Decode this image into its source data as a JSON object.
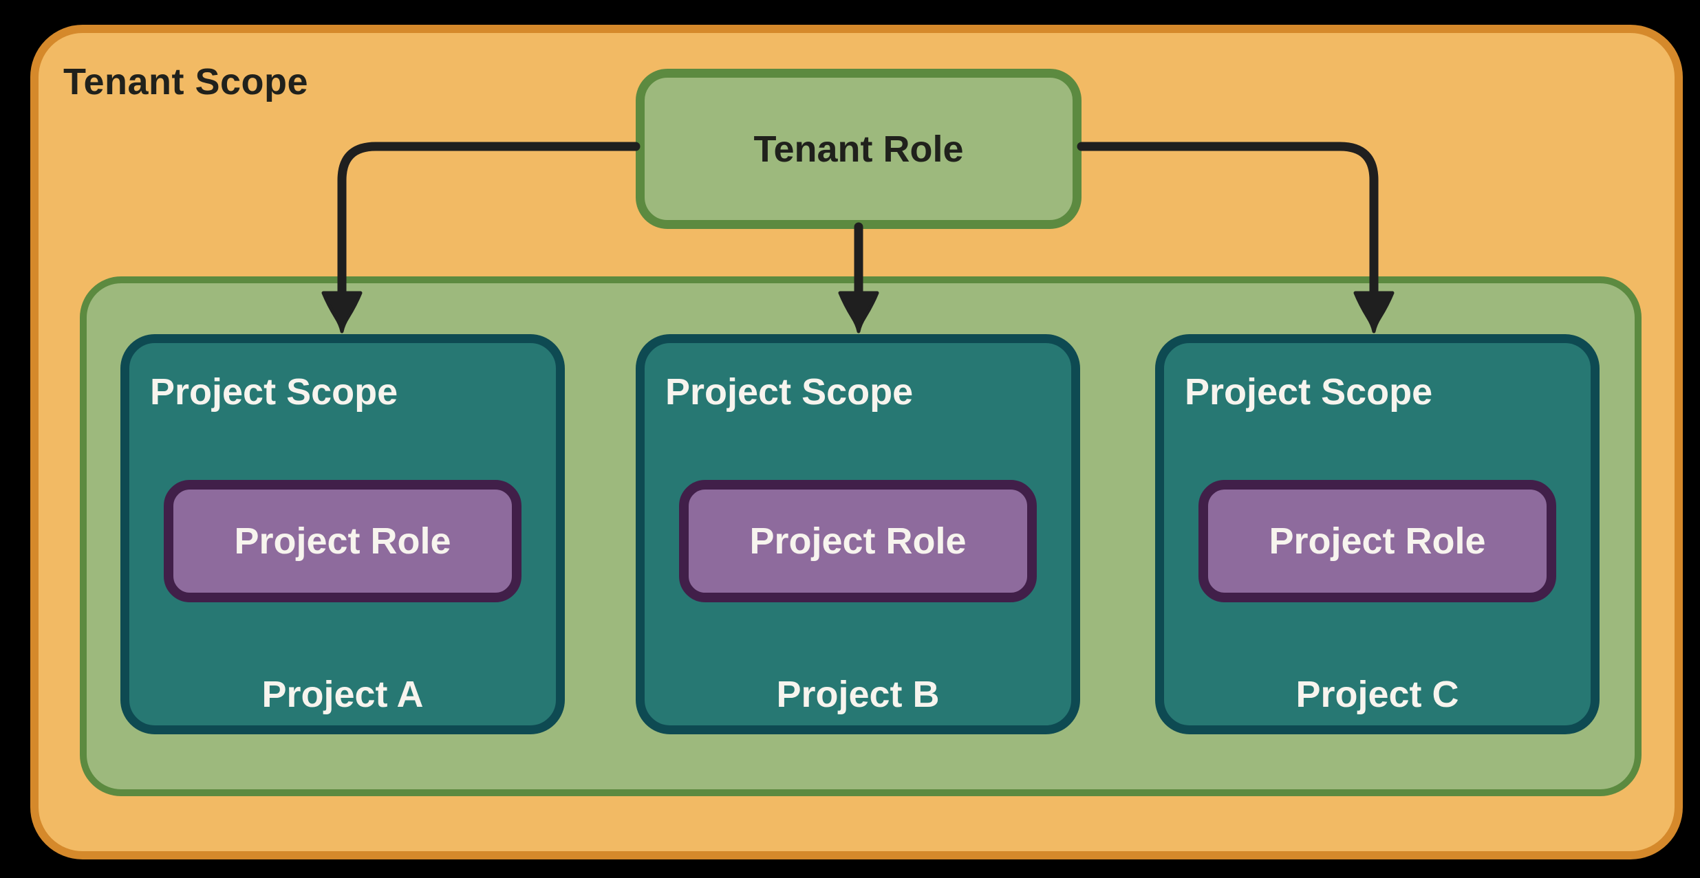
{
  "diagram": {
    "tenant_scope_label": "Tenant Scope",
    "tenant_role_label": "Tenant Role",
    "projects": [
      {
        "scope_label": "Project Scope",
        "role_label": "Project Role",
        "name": "Project A"
      },
      {
        "scope_label": "Project Scope",
        "role_label": "Project Role",
        "name": "Project B"
      },
      {
        "scope_label": "Project Scope",
        "role_label": "Project Role",
        "name": "Project C"
      }
    ],
    "colors": {
      "background": "#000000",
      "tenant_fill": "#F2BA64",
      "tenant_border": "#D5892B",
      "sage_fill": "#9DB97D",
      "green_border": "#5C8A40",
      "teal_fill": "#277873",
      "teal_border": "#0E4A52",
      "purple_fill": "#8E6B9D",
      "purple_border": "#411F49",
      "arrow": "#1F1F1F",
      "text_dark": "#20211C",
      "text_light": "#F7F4EE"
    }
  }
}
